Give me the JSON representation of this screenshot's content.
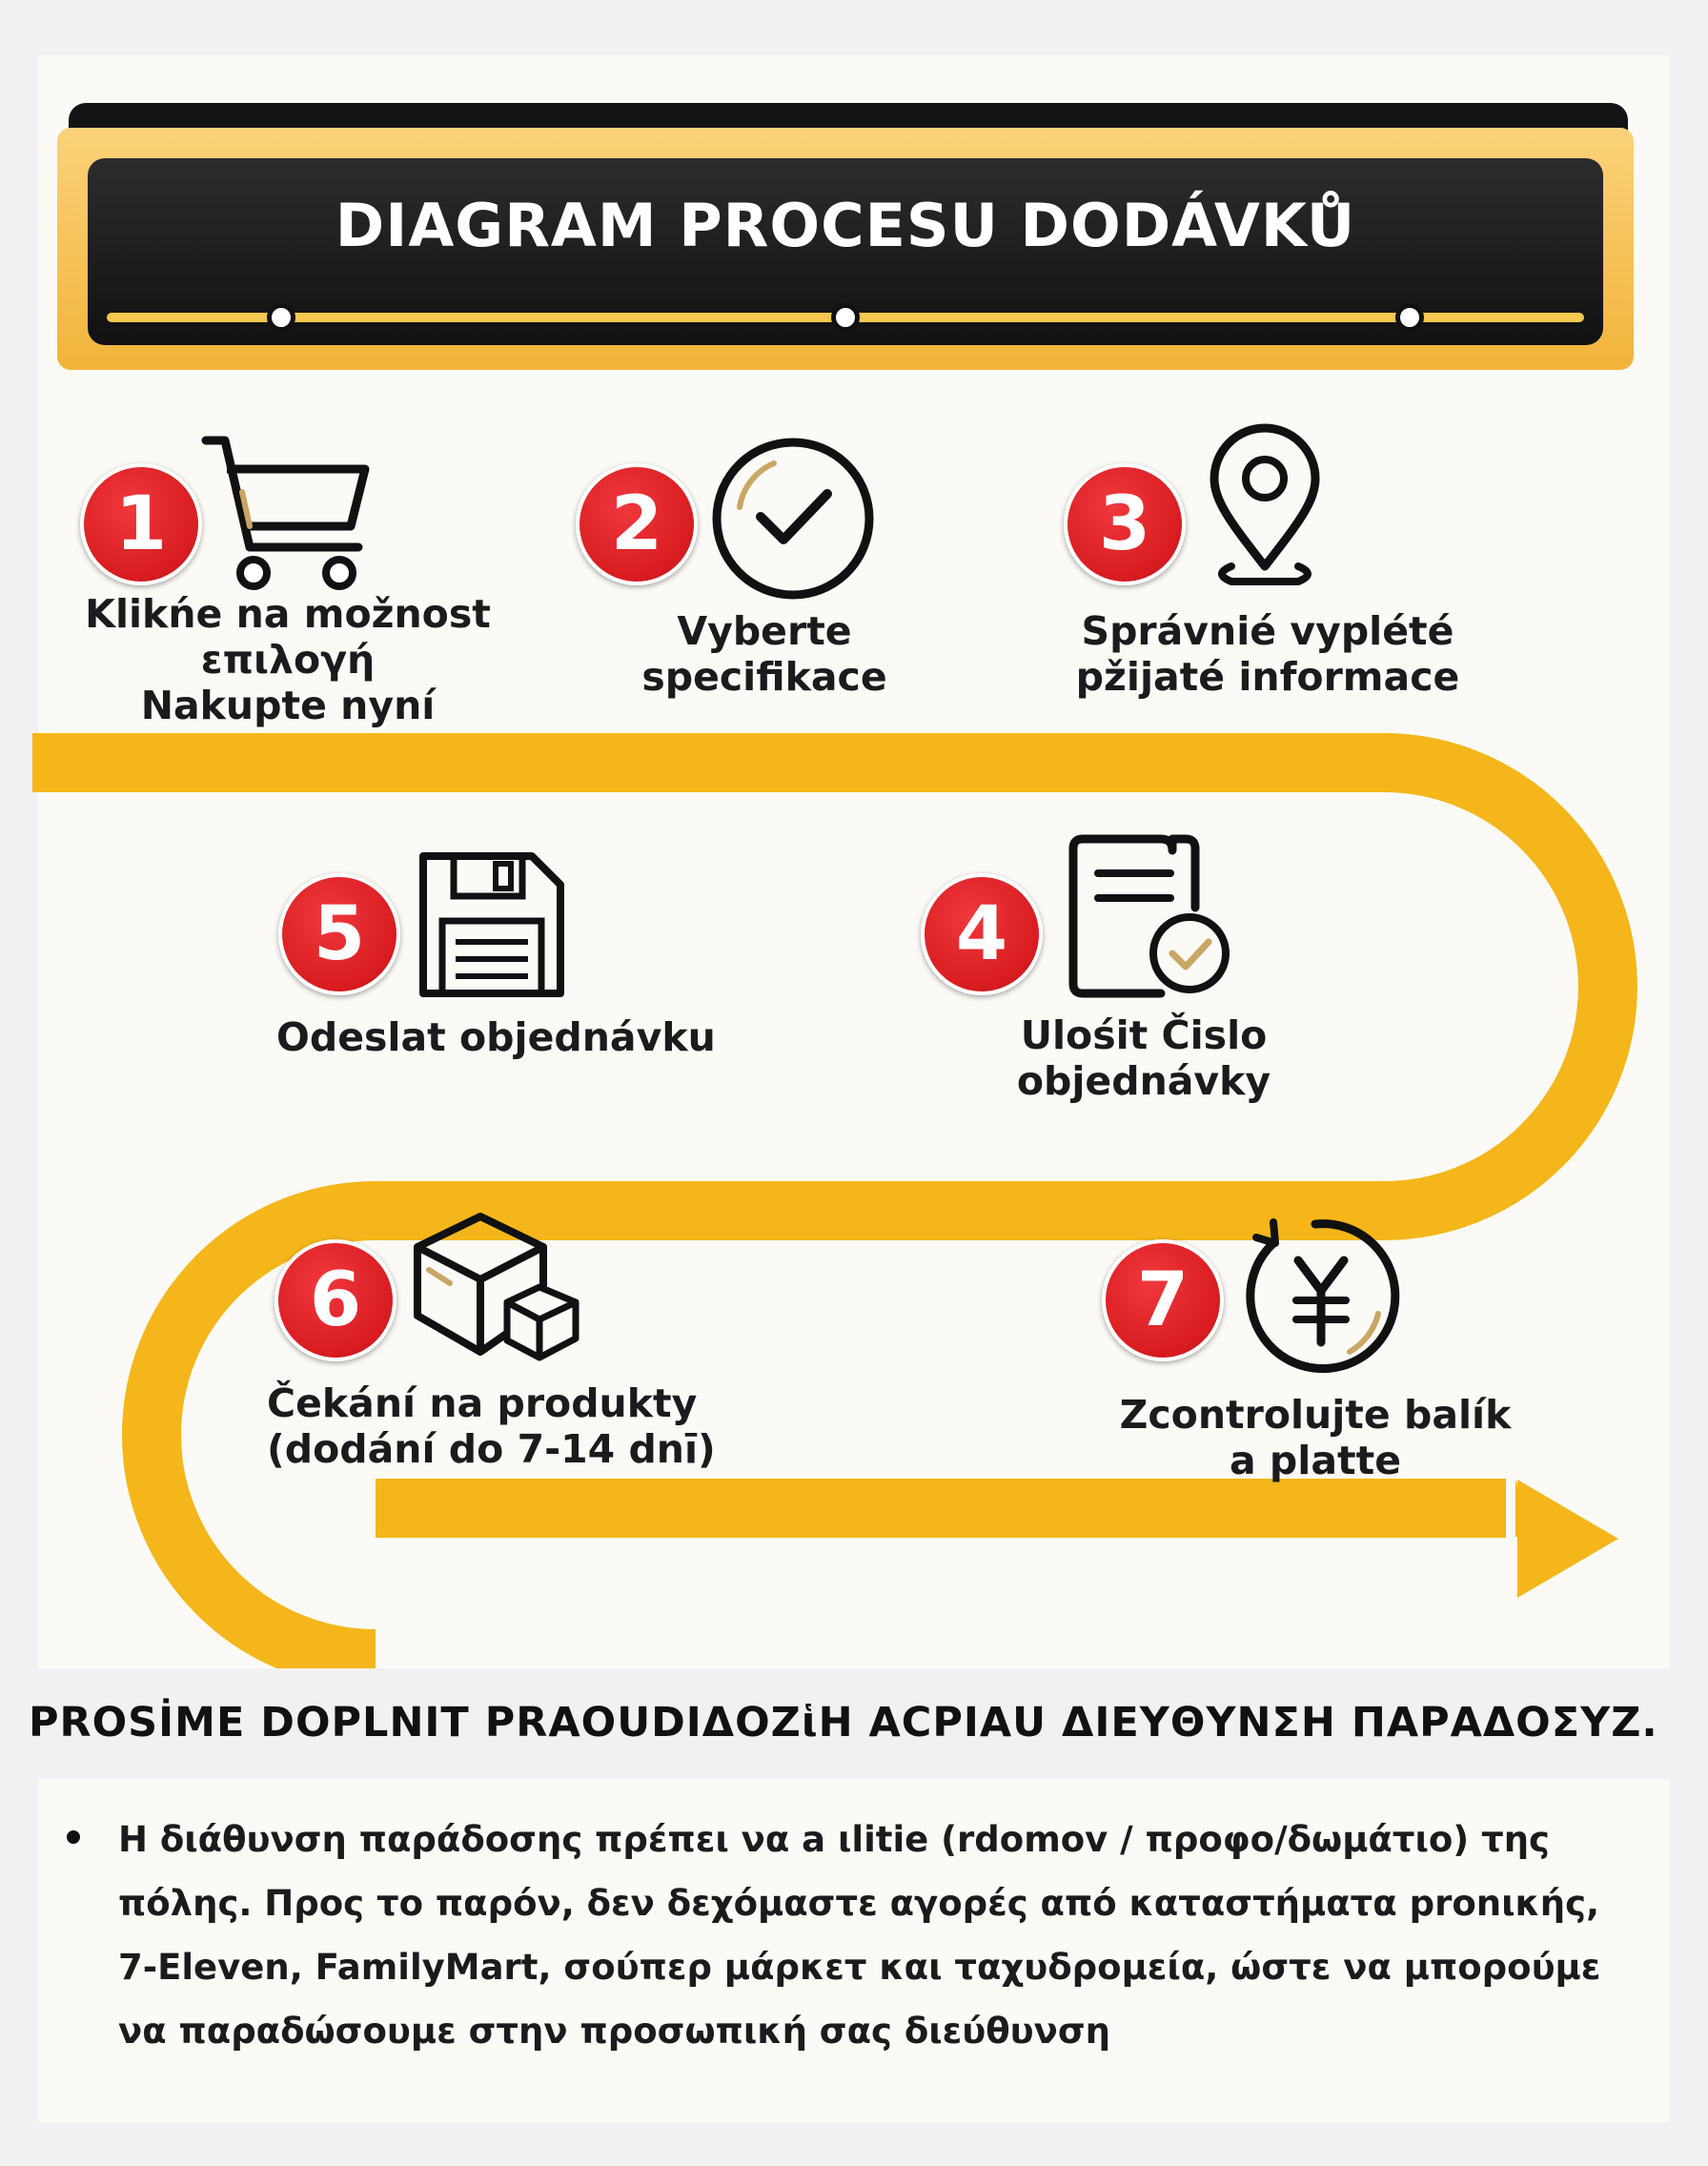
{
  "header": {
    "title": "DIAGRAM PROCESU DODÁVKŮ"
  },
  "steps": [
    {
      "number": "1",
      "icon": "shopping-cart-icon",
      "lines": [
        "Klikńe na možnost",
        "επιλογή",
        "Nakupte nyní"
      ]
    },
    {
      "number": "2",
      "icon": "checkmark-circle-icon",
      "lines": [
        "Vyberte",
        "specifikace"
      ]
    },
    {
      "number": "3",
      "icon": "location-pin-icon",
      "lines": [
        "Správnié vyplété",
        "pžijaté informace"
      ]
    },
    {
      "number": "4",
      "icon": "document-check-icon",
      "lines": [
        "Ulośit Čislo",
        "objednávky"
      ]
    },
    {
      "number": "5",
      "icon": "floppy-disk-icon",
      "lines": [
        "Odeslat objednávku"
      ]
    },
    {
      "number": "6",
      "icon": "boxes-icon",
      "lines": [
        "Čekání na produkty",
        "(dodání do 7-14 dnī)"
      ]
    },
    {
      "number": "7",
      "icon": "yen-refund-icon",
      "lines": [
        "Zcontrolujte balík",
        "a platte"
      ]
    }
  ],
  "notice": {
    "title": "PROSİME DOPLNIT PRAOUDIΔOΖἱΗ ACPIΑU ΔIEYΘYNΣΗ ΠΑΡΑΔOΣΥZ.",
    "text": "Η διάθυνση παράδοσης πρέπει να a ιlitie (rdomov / πρoφo/δωμάτιο) της πόλης. Προς το παρόν, δεν δεχόμαστε αγορές από καταστήματα pronικής, 7-Eleven, FamilyMart, σούπερ μάρκετ και ταχυδρομεία, ώστε να μπορούμε να παραδώσουμε στην προσωπική σας διεύθυνση"
  },
  "colors": {
    "road": "#f4b61a",
    "badge": "#d81c20",
    "banner": "#151515",
    "gold": "#f2b43a"
  }
}
